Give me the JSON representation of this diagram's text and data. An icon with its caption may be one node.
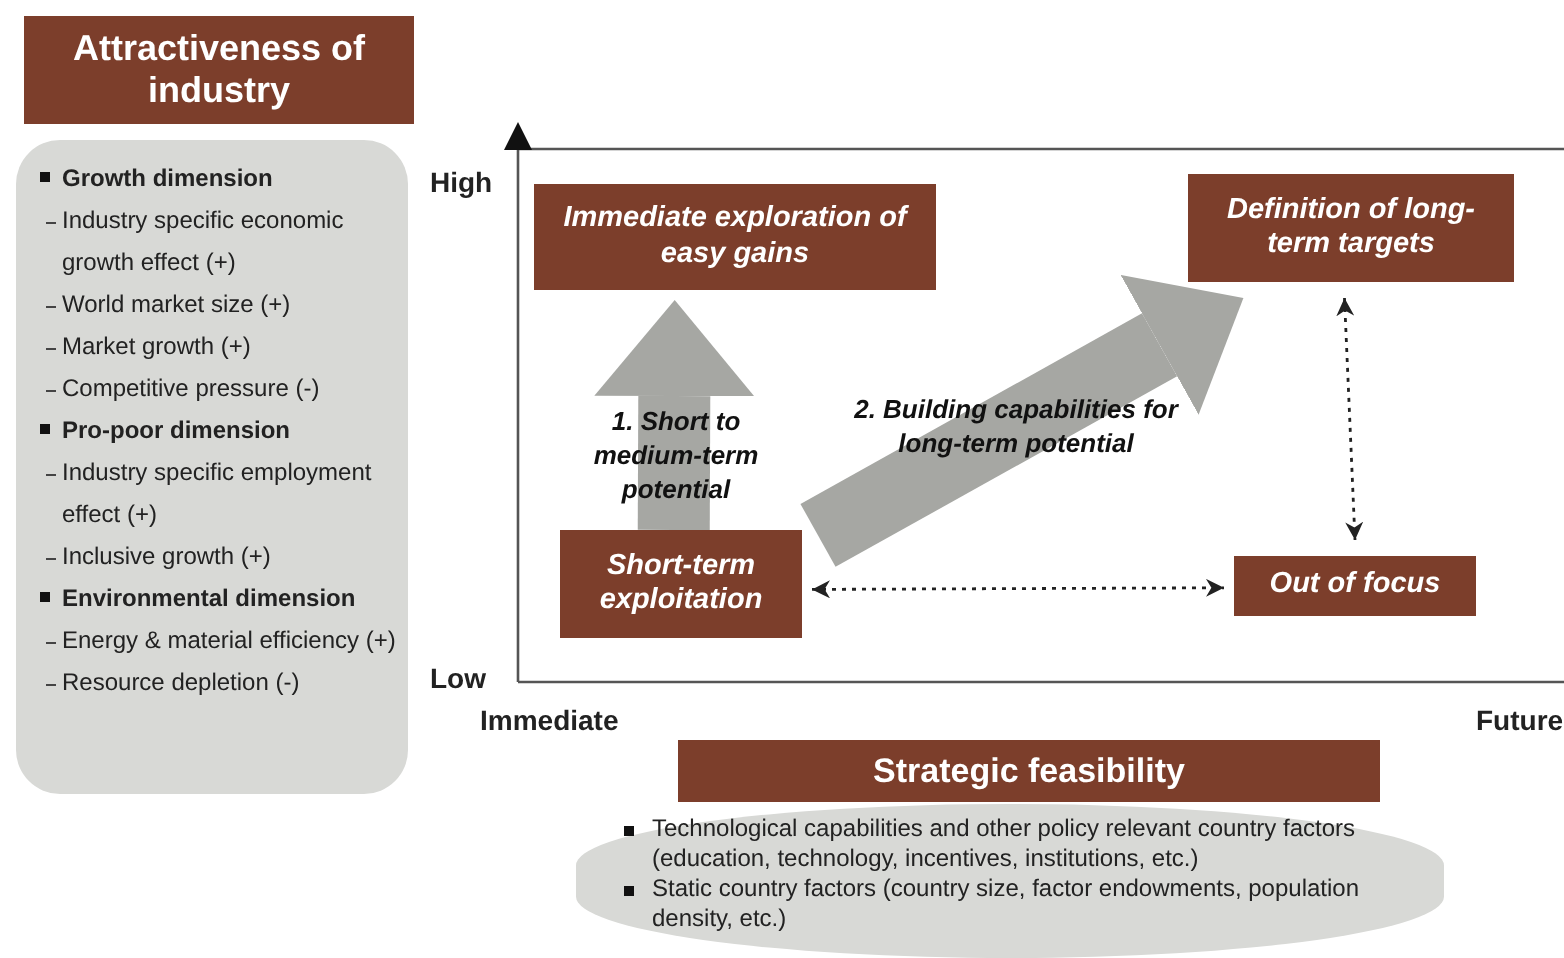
{
  "diagram": {
    "nodes": [
      {
        "text": [
          "Attractiveness of industry"
        ]
      },
      {
        "text": [
          "Growth dimension",
          "Industry specific economic growth effect (+)",
          "World market size (+)",
          "Market growth (+)",
          "Competitive pressure (-)",
          "Pro-poor dimension",
          "Industry specific employment effect (+)",
          "Inclusive growth (+)",
          "Environmental dimension",
          "Energy & material efficiency (+)",
          "Resource depletion (-)"
        ]
      },
      {
        "text": [
          "Strategic feasibility"
        ]
      },
      {
        "text": [
          "Technological capabilities and other policy relevant country factors (education, technology, incentives, institutions, etc.)",
          "Static country factors (country size, factor endowments, population density, etc.)"
        ]
      },
      {
        "text": [
          "Immediate exploration of easy gains"
        ]
      },
      {
        "text": [
          "Definition of long-term targets"
        ]
      },
      {
        "text": [
          "Short-term exploitation"
        ]
      },
      {
        "text": [
          "Out of focus"
        ]
      }
    ],
    "edges": [
      {
        "from": 6,
        "to": 4,
        "arrow": "to",
        "label": "1. Short to medium-term potential",
        "style": "thick",
        "color": "#a6a7a3"
      },
      {
        "from": 6,
        "to": 5,
        "arrow": "to",
        "label": "2. Building capabilities for long-term potential",
        "style": "thick",
        "color": "#a6a7a3"
      },
      {
        "from": 6,
        "to": 7,
        "arrow": "both",
        "style": "dashed",
        "color": "#222222"
      },
      {
        "from": 5,
        "to": 7,
        "arrow": "both",
        "style": "dashed",
        "color": "#222222"
      }
    ],
    "labels": [
      "High",
      "Low",
      "Immediate",
      "Future"
    ]
  }
}
